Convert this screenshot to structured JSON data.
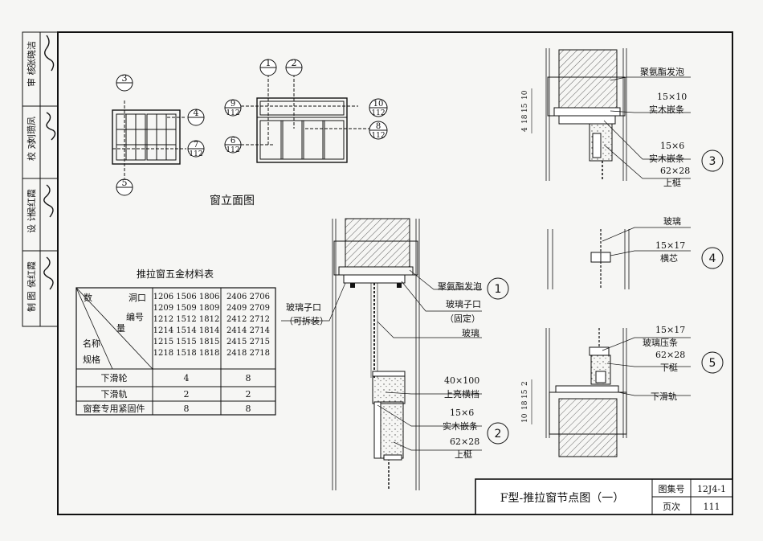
{
  "left_strip": {
    "roles": [
      "审 核",
      "校 对",
      "设 计",
      "制 图"
    ],
    "names": [
      "张晓洁",
      "刘瓒凤",
      "侯红霞",
      "侯红霞"
    ]
  },
  "elevation": {
    "title": "窗立面图",
    "left_callouts": {
      "top": "3",
      "right1": "4",
      "right2": "7",
      "right2_sheet": "112",
      "bottom": "5"
    },
    "right_callouts": {
      "top1": "1",
      "top2": "2",
      "left1": "9",
      "left1_sheet": "112",
      "left2": "6",
      "left2_sheet": "112",
      "right1": "10",
      "right1_sheet": "112",
      "right2": "8",
      "right2_sheet": "112"
    }
  },
  "hardware_table": {
    "title": "推拉窗五金材料表",
    "header_labels": {
      "qty": "数",
      "opening": "洞口",
      "code": "编号",
      "amount": "量",
      "name": "名称",
      "spec": "规格"
    },
    "col_a": [
      "1206 1506 1806",
      "1209 1509 1809",
      "1212 1512 1812",
      "1214 1514 1814",
      "1215 1515 1815",
      "1218 1518 1818"
    ],
    "col_b": [
      "2406 2706",
      "2409 2709",
      "2412 2712",
      "2414 2714",
      "2415 2715",
      "2418 2718"
    ],
    "rows": [
      {
        "name": "下滑轮",
        "a": "4",
        "b": "8"
      },
      {
        "name": "下滑轨",
        "a": "2",
        "b": "2"
      },
      {
        "name": "窗套专用紧固件",
        "a": "8",
        "b": "8"
      }
    ]
  },
  "section_center": {
    "labels": {
      "foam": "聚氨酯发泡",
      "glazing_bead_fixed": "玻璃子口",
      "fixed": "（固定）",
      "glazing_bead_removable": "玻璃子口",
      "removable": "（可拆装）",
      "glass": "玻璃",
      "top_rail_size": "40×100",
      "top_rail": "上亮横档",
      "wood_strip_size": "15×6",
      "wood_strip": "实木嵌条",
      "stile_size": "62×28",
      "stile": "上梃"
    },
    "node1": "1",
    "node2": "2"
  },
  "section_right": {
    "node3": {
      "id": "3",
      "foam": "聚氨酯发泡",
      "strip1_size": "15×10",
      "strip1": "实木嵌条",
      "strip2_size": "15×6",
      "strip2": "实木嵌条",
      "stile_size": "62×28",
      "stile": "上梃",
      "dims": [
        "10",
        "15",
        "18",
        "4"
      ]
    },
    "node4": {
      "id": "4",
      "glass": "玻璃",
      "mullion_size": "15×17",
      "mullion": "横芯"
    },
    "node5": {
      "id": "5",
      "bead_size": "15×17",
      "bead": "玻璃压条",
      "stile_size": "62×28",
      "stile": "下梃",
      "rail": "下滑轨",
      "dims": [
        "2",
        "15",
        "18",
        "10"
      ]
    }
  },
  "title_block": {
    "drawing_title": "F型-推拉窗节点图（一）",
    "atlas_label": "图集号",
    "atlas_value": "12J4-1",
    "page_label": "页次",
    "page_value": "111"
  }
}
